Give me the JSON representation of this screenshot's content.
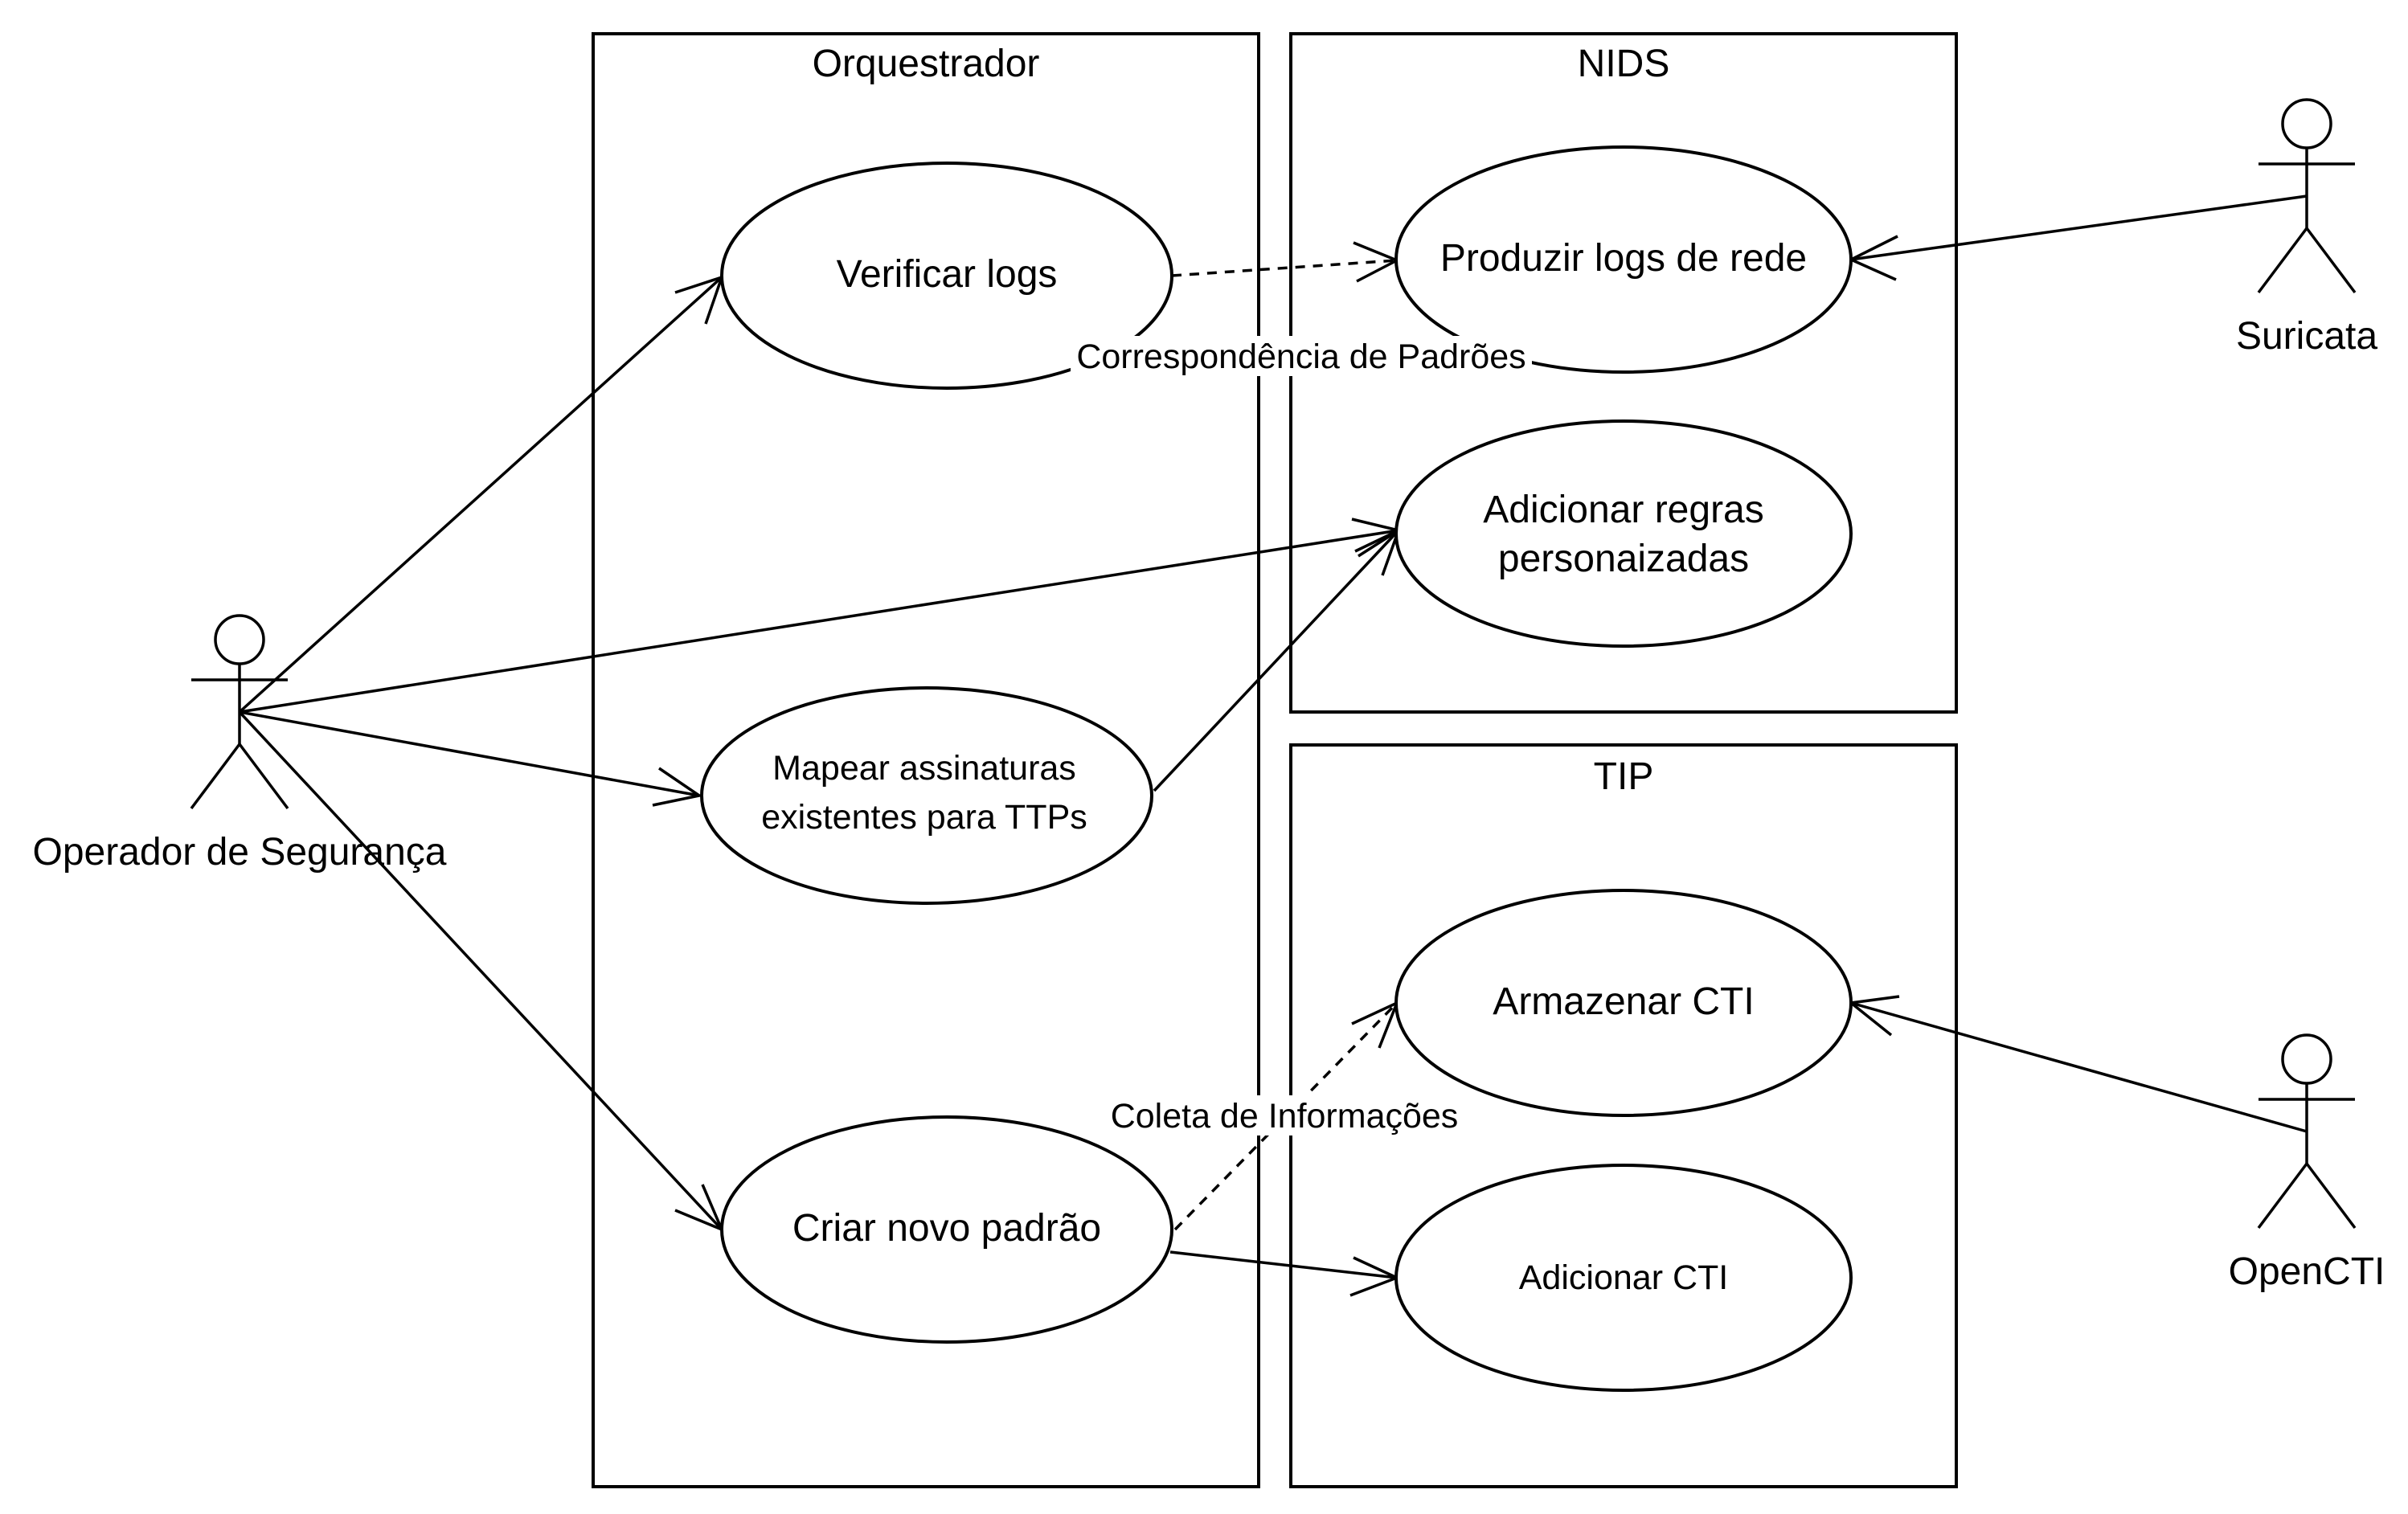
{
  "frames": {
    "orquestrador": {
      "title": "Orquestrador"
    },
    "nids": {
      "title": "NIDS"
    },
    "tip": {
      "title": "TIP"
    }
  },
  "actors": {
    "operador": {
      "name": "Operador de Segurança"
    },
    "suricata": {
      "name": "Suricata"
    },
    "opencti": {
      "name": "OpenCTI"
    }
  },
  "use_cases": {
    "verificar_logs": {
      "lines": [
        "Verificar logs"
      ]
    },
    "mapear_assinaturas": {
      "lines": [
        "Mapear assinaturas",
        "existentes para TTPs"
      ]
    },
    "criar_novo_padrao": {
      "lines": [
        "Criar novo padrão"
      ]
    },
    "produzir_logs": {
      "lines": [
        "Produzir logs de rede"
      ]
    },
    "adicionar_regras": {
      "lines": [
        "Adicionar regras",
        "personaizadas"
      ]
    },
    "armazenar_cti": {
      "lines": [
        "Armazenar CTI"
      ]
    },
    "adicionar_cti": {
      "lines": [
        "Adicionar CTI"
      ]
    }
  },
  "relations": {
    "correspondencia": {
      "label": "Correspondência de Padrões",
      "style": "dashed"
    },
    "coleta": {
      "label": "Coleta de Informações",
      "style": "dashed"
    }
  }
}
